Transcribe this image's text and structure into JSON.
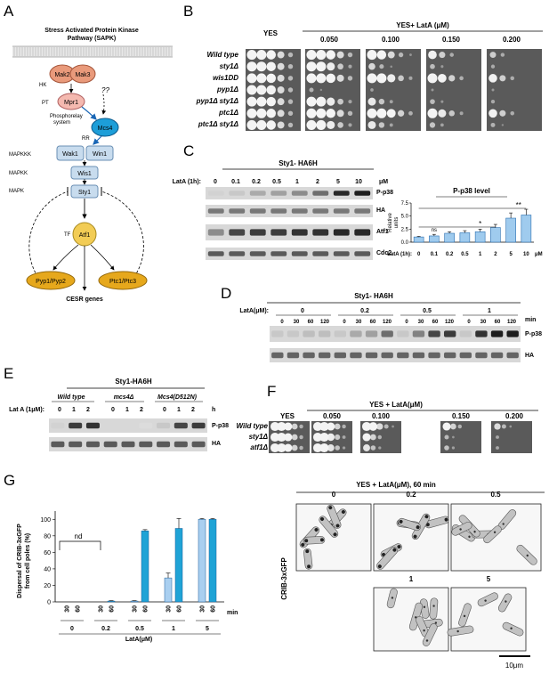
{
  "panels": {
    "A": "A",
    "B": "B",
    "C": "C",
    "D": "D",
    "E": "E",
    "F": "F",
    "G": "G"
  },
  "pathway": {
    "title_line1": "Stress Activated Protein Kinase",
    "title_line2": "Pathway (SAPK)",
    "mak2": "Mak2",
    "mak3": "Mak3",
    "hk": "HK",
    "mpr1": "Mpr1",
    "pt": "PT",
    "phos1": "Phosphorelay",
    "phos2": "system",
    "qq": "??",
    "mcs4": "Mcs4",
    "rr": "RR",
    "wak1": "Wak1",
    "win1": "Win1",
    "wis1": "Wis1",
    "sty1": "Sty1",
    "mapkkk": "MAPKKK",
    "mapkk": "MAPKK",
    "mapk": "MAPK",
    "tf": "TF",
    "atf1": "Atf1",
    "pyp": "Pyp1/Pyp2",
    "ptc": "Ptc1/Ptc3",
    "cesr": "CESR genes"
  },
  "B": {
    "yes": "YES",
    "header": "YES+ LatA (μM)",
    "conc": [
      "0.050",
      "0.100",
      "0.150",
      "0.200"
    ],
    "strains": [
      "Wild type",
      "sty1Δ",
      "wis1DD",
      "pyp1Δ",
      "pyp1Δ  sty1Δ",
      "ptc1Δ",
      "ptc1Δ  sty1Δ"
    ]
  },
  "C": {
    "title": "Sty1- HA6H",
    "lat": "LatA (1h):",
    "lanes": [
      "0",
      "0.1",
      "0.2",
      "0.5",
      "1",
      "2",
      "5",
      "10"
    ],
    "unit": "μM",
    "bands": [
      "P-p38",
      "HA",
      "Atf1",
      "Cdc2"
    ],
    "chart_title": "P-p38 level",
    "ylabel1": "Relative",
    "ylabel2": "units",
    "ns": "ns",
    "star": "*",
    "dstar": "**"
  },
  "D": {
    "title": "Sty1- HA6H",
    "lat": "LatA(μM):",
    "groups": [
      "0",
      "0.2",
      "0.5",
      "1"
    ],
    "times": [
      "0",
      "30",
      "60",
      "120"
    ],
    "min": "min",
    "bands": [
      "P-p38",
      "HA"
    ]
  },
  "E": {
    "title": "Sty1-HA6H",
    "lat": "Lat A (1μM):",
    "genos": [
      "Wild type",
      "mcs4Δ",
      "Mcs4(D512N)"
    ],
    "lanes": [
      "0",
      "1",
      "2"
    ],
    "h": "h",
    "bands": [
      "P-p38",
      "HA"
    ]
  },
  "F": {
    "yes": "YES",
    "header": "YES + LatA(μM)",
    "conc": [
      "0.050",
      "0.100",
      "0.150",
      "0.200"
    ],
    "strains": [
      "Wild type",
      "sty1Δ",
      "atf1Δ"
    ]
  },
  "G": {
    "ylabel1": "Dispersal of CRIB-3xGFP",
    "ylabel2": "from cell poles (%)",
    "nd": "nd",
    "min": "min",
    "xlabel": "LatA(μM)",
    "times": [
      "30",
      "60"
    ],
    "groups": [
      "0",
      "0.2",
      "0.5",
      "1",
      "5"
    ],
    "img_title": "YES + LatA(μM), 60 min",
    "img_labels": [
      "0",
      "0.2",
      "0.5",
      "1",
      "5"
    ],
    "side_label": "CRIB-3xGFP",
    "scale": "10μm"
  },
  "chart_data": [
    {
      "type": "bar",
      "title": "P-p38 level",
      "xlabel": "LatA (1h):",
      "ylabel": "Relative units",
      "categories": [
        "0",
        "0.1",
        "0.2",
        "0.5",
        "1",
        "2",
        "5",
        "10"
      ],
      "values": [
        1.0,
        1.2,
        1.7,
        1.8,
        2.0,
        2.8,
        4.6,
        5.2
      ],
      "errors": [
        0.1,
        0.3,
        0.3,
        0.4,
        0.5,
        0.6,
        1.0,
        1.1
      ],
      "yticks": [
        0,
        2.5,
        5.0,
        7.5
      ],
      "ylim": [
        0,
        7.5
      ]
    },
    {
      "type": "bar",
      "ylabel": "Dispersal of CRIB-3xGFP from cell poles (%)",
      "xlabel": "LatA(μM)",
      "groups": [
        "0",
        "0.2",
        "0.5",
        "1",
        "5"
      ],
      "series": [
        {
          "name": "30",
          "values": [
            0,
            0,
            1,
            29,
            100
          ],
          "errors": [
            0,
            0,
            0.5,
            6,
            1
          ]
        },
        {
          "name": "60",
          "values": [
            0,
            1,
            86,
            89,
            100
          ],
          "errors": [
            0,
            0.5,
            1.5,
            12,
            1
          ]
        }
      ],
      "yticks": [
        0,
        20,
        40,
        60,
        80,
        100
      ],
      "ylim": [
        0,
        110
      ]
    }
  ]
}
